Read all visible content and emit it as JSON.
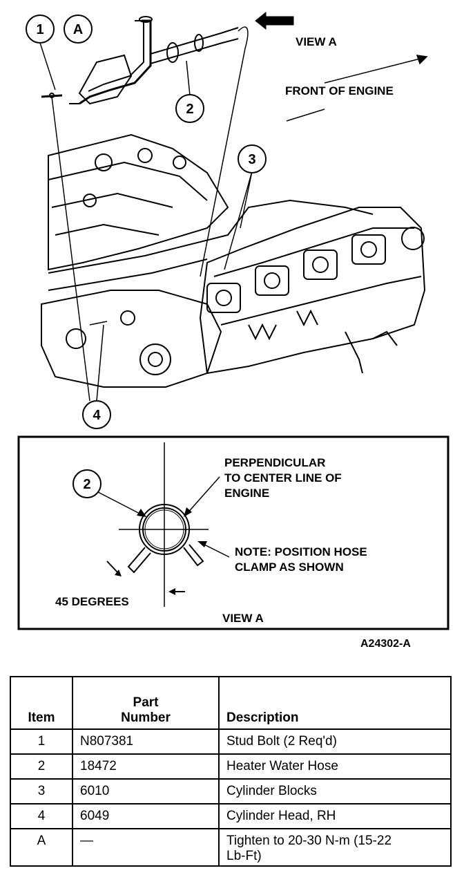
{
  "callouts": {
    "c1": "1",
    "cA": "A",
    "c2": "2",
    "c3": "3",
    "c4": "4",
    "view_c2": "2"
  },
  "labels": {
    "view_a_top": "VIEW A",
    "front_of_engine": "FRONT OF ENGINE",
    "perpendicular_line1": "PERPENDICULAR",
    "perpendicular_line2": "TO CENTER LINE OF",
    "perpendicular_line3": "ENGINE",
    "note_line1": "NOTE: POSITION HOSE",
    "note_line2": "CLAMP AS SHOWN",
    "degrees": "45 DEGREES",
    "view_a_bottom": "VIEW A",
    "figure_id": "A24302-A"
  },
  "table": {
    "headers": {
      "item": "Item",
      "part_line1": "Part",
      "part_line2": "Number",
      "description": "Description"
    },
    "rows": [
      {
        "item": "1",
        "part": "N807381",
        "desc_line1": "Stud Bolt (2 Req'd)",
        "desc_line2": ""
      },
      {
        "item": "2",
        "part": "18472",
        "desc_line1": "Heater Water Hose",
        "desc_line2": ""
      },
      {
        "item": "3",
        "part": "6010",
        "desc_line1": "Cylinder Blocks",
        "desc_line2": ""
      },
      {
        "item": "4",
        "part": "6049",
        "desc_line1": "Cylinder Head, RH",
        "desc_line2": ""
      },
      {
        "item": "A",
        "part": "—",
        "desc_line1": "Tighten to 20-30 N-m (15-22",
        "desc_line2": "Lb-Ft)"
      }
    ]
  }
}
